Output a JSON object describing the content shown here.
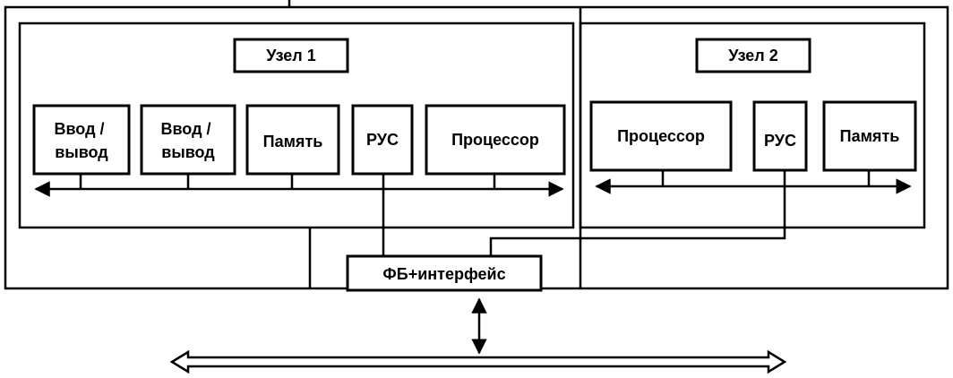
{
  "diagram": {
    "node1": {
      "title": "Узел 1",
      "io1": [
        "Ввод /",
        "вывод"
      ],
      "io2": [
        "Ввод /",
        "вывод"
      ],
      "memory": "Память",
      "rus": "РУС",
      "processor": "Процессор"
    },
    "node2": {
      "title": "Узел 2",
      "processor": "Процессор",
      "rus": "РУС",
      "memory": "Память"
    },
    "interface": "ФБ+интерфейс"
  }
}
